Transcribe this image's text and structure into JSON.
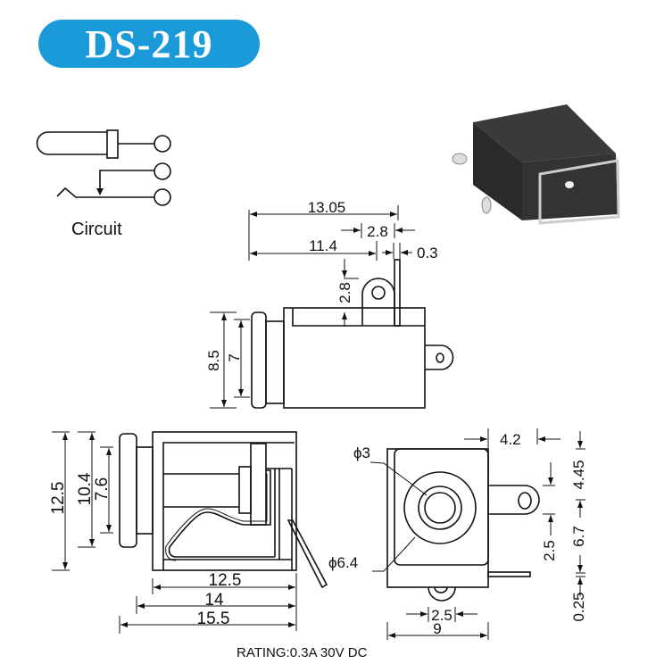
{
  "title": "DS-219",
  "circuit_label": "Circuit",
  "top_view": {
    "overall_length": "13.05",
    "tab_width": "2.8",
    "body_length": "11.4",
    "pin_thickness": "0.3",
    "tab_height": "2.8",
    "height_outer": "8.5",
    "height_inner": "7"
  },
  "side_view": {
    "height_total": "12.5",
    "height_collar": "10.4",
    "height_neck": "7.6",
    "length_body": "12.5",
    "length_with_neck": "14",
    "length_total": "15.5"
  },
  "front_view": {
    "hole_diameter": "ϕ3",
    "ring_diameter": "ϕ6.4",
    "tab_offset": "4.2",
    "dim_top": "4.45",
    "dim_tab": "2.5",
    "dim_bottom": "6.7",
    "dim_pin": "0.25",
    "pin_spacing": "2.5",
    "width": "9"
  },
  "rating": "RATING:0.3A 30V DC",
  "colors": {
    "title_pill": "#1a9ad9"
  }
}
